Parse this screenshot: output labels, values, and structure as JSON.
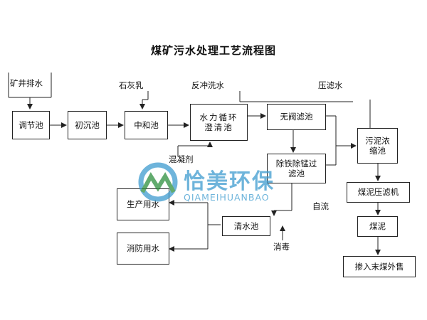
{
  "title": "煤矿污水处理工艺流程图",
  "nodes": {
    "mine_drainage": "矿井排水",
    "regulating_tank": "调节池",
    "primary_settling": "初沉池",
    "neutralization": "中和池",
    "hydraulic_clarifier": "水力循环澄清池",
    "valveless_filter": "无阀滤池",
    "iron_mn_removal": "除铁除锰过滤池",
    "sludge_thickener": "污泥浓缩池",
    "coal_sludge_press": "煤泥压滤机",
    "coal_sludge": "煤泥",
    "blend_sell": "掺入末煤外售",
    "clean_water": "清水池",
    "production_water": "生产用水",
    "fire_water": "消防用水"
  },
  "labels": {
    "lime_milk": "石灰乳",
    "backwash": "反冲洗水",
    "filter_press_water": "压滤水",
    "coagulant": "混凝剂",
    "gravity_flow": "自流",
    "disinfection": "消毒"
  },
  "watermark": {
    "brand_cn": "恰美环保",
    "brand_en": "QIAMEIHUANBAO",
    "color": "#3e9ccf"
  }
}
